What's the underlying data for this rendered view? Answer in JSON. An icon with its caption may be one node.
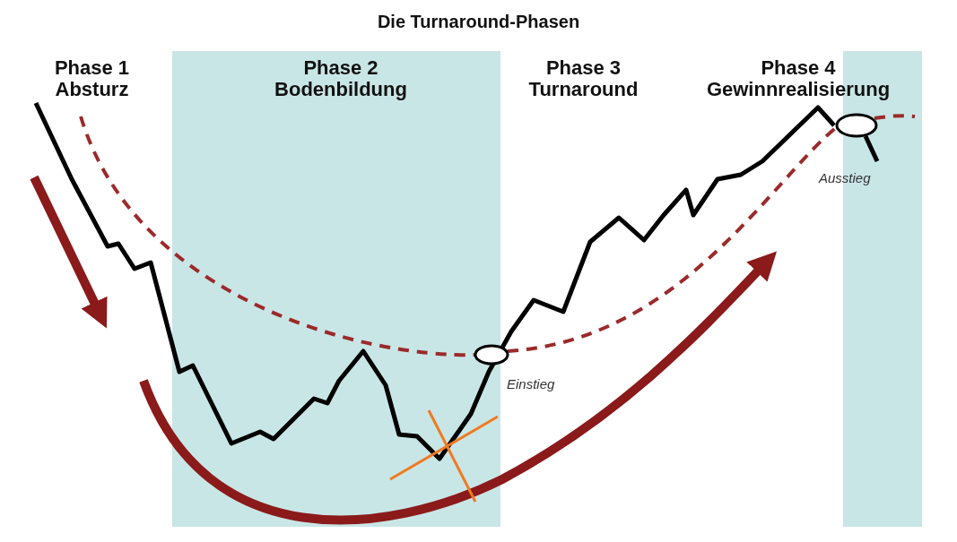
{
  "diagram": {
    "title": "Die Turnaround-Phasen",
    "labels": [
      "Phase 1 Absturz",
      "Phase 2 Bodenbildung",
      "Phase 3 Turnaround",
      "Phase 4 Gewinnrealisierung",
      "Einstieg",
      "Ausstieg"
    ]
  }
}
